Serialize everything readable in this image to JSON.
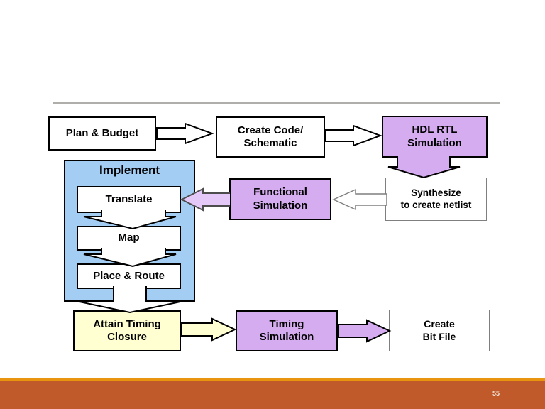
{
  "slide": {
    "page_number": "55"
  },
  "colors": {
    "purple_box": "#d6acf0",
    "purple_arrow_light": "#e3c8f8",
    "blue_container": "#a3cdf3",
    "cream_box": "#ffffd2",
    "white_box": "#ffffff",
    "top_rule": "#b0aeab",
    "footer_strip": "#e8940e",
    "footer_bar": "#c05a2b",
    "page_number_text": "#f2e8da"
  },
  "diagram": {
    "plan_budget": {
      "label": "Plan & Budget"
    },
    "create_code": {
      "line1": "Create Code/",
      "line2": "Schematic"
    },
    "hdl_rtl": {
      "line1": "HDL RTL",
      "line2": "Simulation"
    },
    "synthesize": {
      "line1": "Synthesize",
      "line2": "to create netlist"
    },
    "functional": {
      "line1": "Functional",
      "line2": "Simulation"
    },
    "implement": {
      "title": "Implement",
      "steps": {
        "translate": "Translate",
        "map": "Map",
        "place_route": "Place & Route"
      }
    },
    "attain": {
      "line1": "Attain Timing",
      "line2": "Closure"
    },
    "timing": {
      "line1": "Timing",
      "line2": "Simulation"
    },
    "create_bit": {
      "line1": "Create",
      "line2": "Bit File"
    }
  },
  "connections": [
    {
      "from": "Plan & Budget",
      "to": "Create Code/Schematic",
      "style": "white"
    },
    {
      "from": "Create Code/Schematic",
      "to": "HDL RTL Simulation",
      "style": "white"
    },
    {
      "from": "HDL RTL Simulation",
      "to": "Synthesize to create netlist",
      "style": "purple"
    },
    {
      "from": "Synthesize to create netlist",
      "to": "Functional Simulation",
      "style": "white"
    },
    {
      "from": "Functional Simulation",
      "to": "Translate",
      "style": "purple"
    },
    {
      "from": "Translate",
      "to": "Map",
      "style": "white"
    },
    {
      "from": "Map",
      "to": "Place & Route",
      "style": "white"
    },
    {
      "from": "Place & Route",
      "to": "Attain Timing Closure",
      "style": "white"
    },
    {
      "from": "Attain Timing Closure",
      "to": "Timing Simulation",
      "style": "cream"
    },
    {
      "from": "Timing Simulation",
      "to": "Create Bit File",
      "style": "purple"
    }
  ]
}
